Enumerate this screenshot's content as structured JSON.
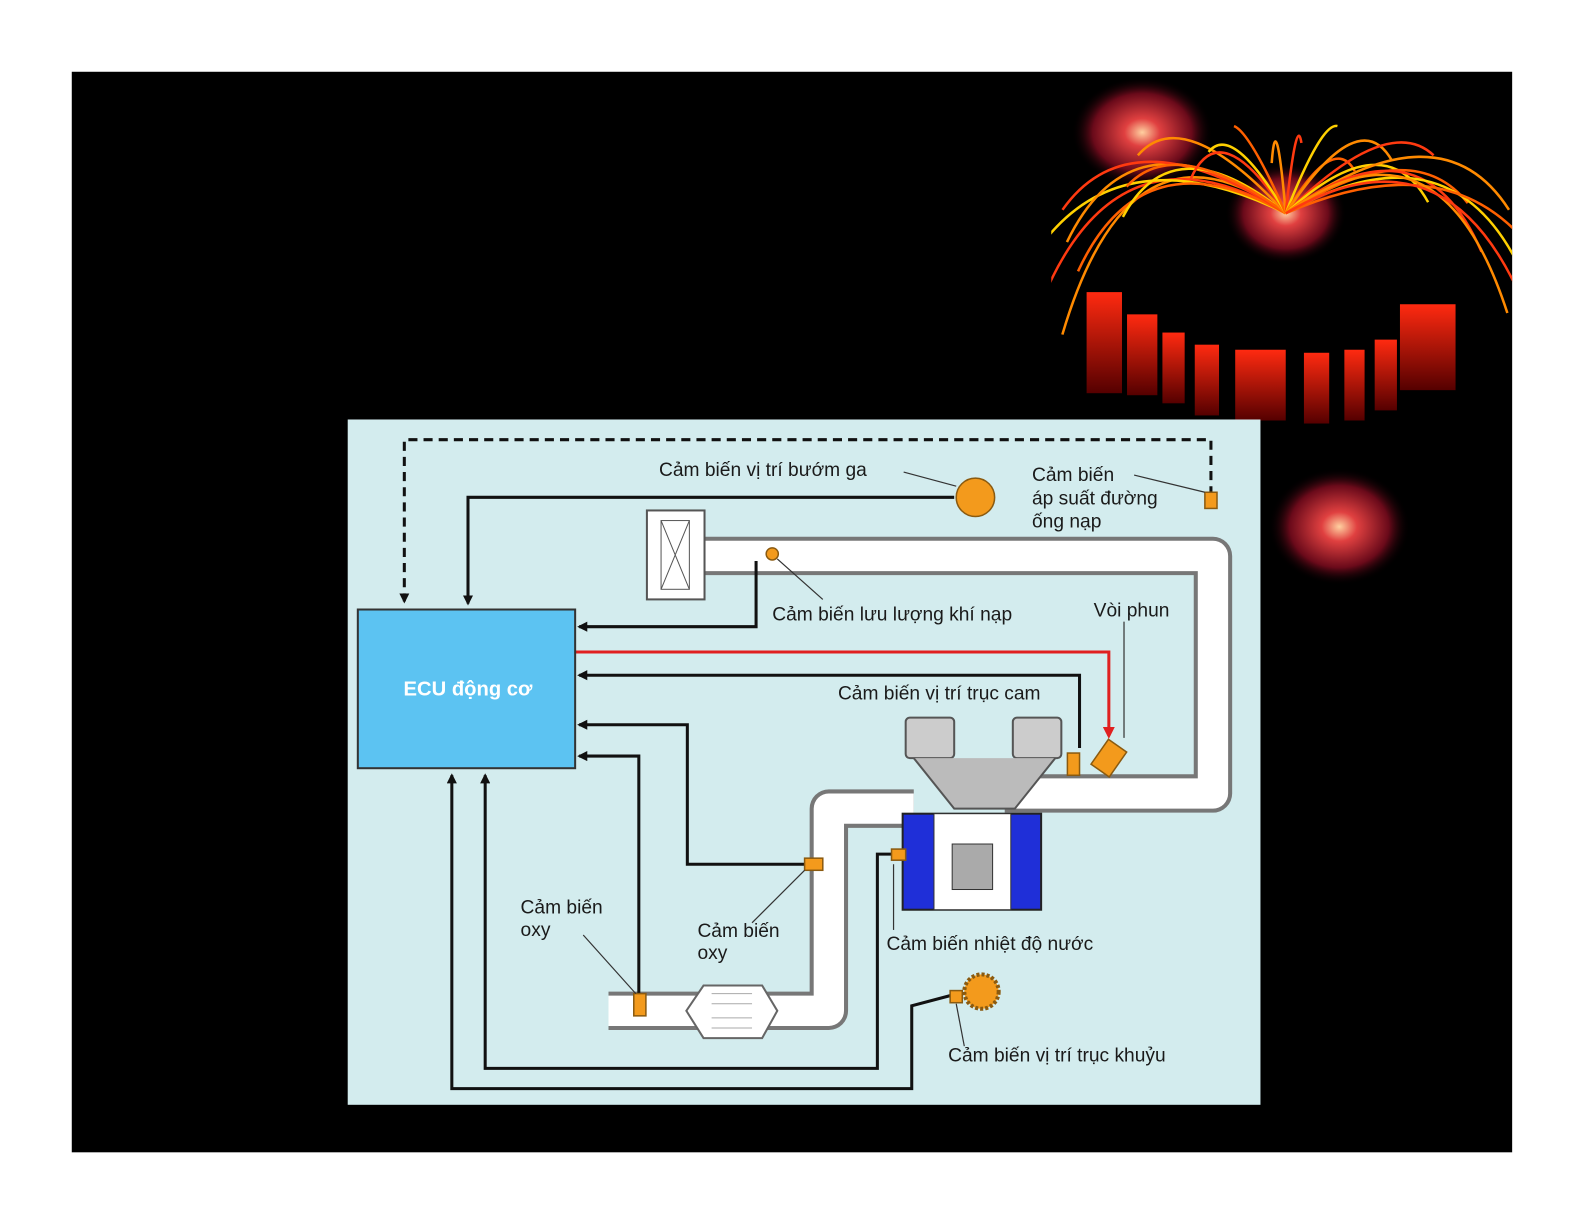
{
  "diagram": {
    "ecu_label": "ECU động cơ",
    "labels": {
      "throttle_sensor": "Cảm biến vị trí bướm ga",
      "map_sensor": [
        "Cảm biến",
        "áp suất đường",
        "ống nạp"
      ],
      "airflow_sensor": "Cảm biến lưu lượng khí nạp",
      "injector": "Vòi phun",
      "cam_sensor": "Cảm biến vị trí trục cam",
      "oxygen_sensor_1": [
        "Cảm biến",
        "oxy"
      ],
      "oxygen_sensor_2": [
        "Cảm biến",
        "oxy"
      ],
      "water_temp_sensor": "Cảm biến nhiệt độ nước",
      "crank_sensor": "Cảm biến vị trí trục khuỷu"
    },
    "colors": {
      "panel": "#d3ecee",
      "ecu": "#5cc3f2",
      "signal_out": "#e02020",
      "sensor": "#f39a1c",
      "coolant": "#1f2fd8"
    }
  }
}
